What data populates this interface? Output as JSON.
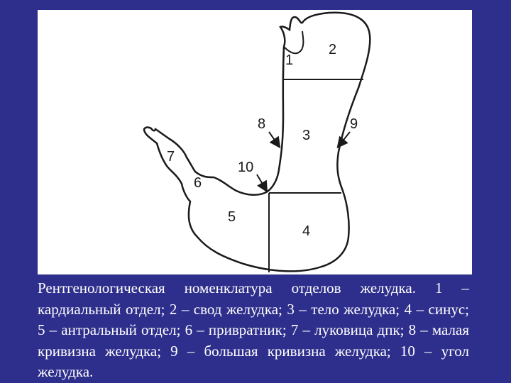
{
  "colors": {
    "background": "#2e2e8c",
    "panel": "#ffffff",
    "outline": "#1a1a1a",
    "caption_text": "#ffffff"
  },
  "labels": {
    "cardia": "1",
    "fundus": "2",
    "body": "3",
    "sinus": "4",
    "antrum": "5",
    "pylorus": "6",
    "bulb": "7",
    "lesser_curvature": "8",
    "greater_curvature": "9",
    "angle": "10"
  },
  "caption": "Рентгенологическая номенклатура отделов желудка. 1 – кардиальный отдел; 2 – свод желудка; 3 – тело желудка; 4 – синус; 5 – антральный отдел; 6 – привратник; 7 – луковица дпк; 8 – малая кривизна желудка; 9 – большая кривизна желудка; 10 – угол желудка."
}
